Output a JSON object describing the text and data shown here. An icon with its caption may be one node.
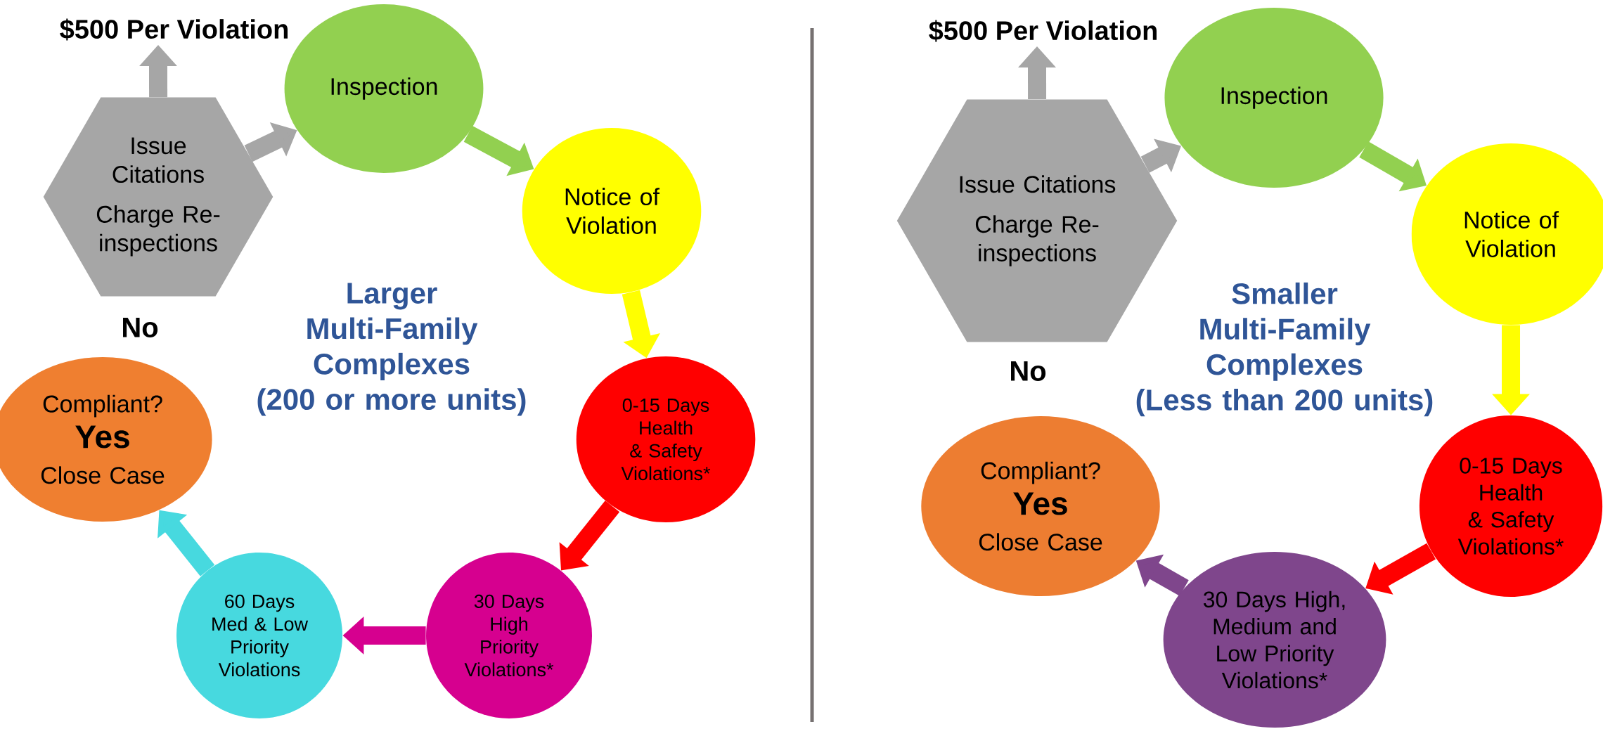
{
  "diagram": {
    "nodes": [
      {
        "text": [
          "$500 Per Violation"
        ]
      },
      {
        "text": [
          "Issue Citations",
          "Charge Re-inspections"
        ]
      },
      {
        "text": [
          "Inspection"
        ]
      },
      {
        "text": [
          "Notice of Violation"
        ]
      },
      {
        "text": [
          "0-15 Days Health & Safety Violations*"
        ]
      },
      {
        "text": [
          "30 Days High Priority Violations*"
        ]
      },
      {
        "text": [
          "60 Days Med & Low Priority Violations"
        ]
      },
      {
        "text": [
          "Compliant?",
          "Yes",
          "Close Case"
        ]
      },
      {
        "text": [
          "$500 Per Violation"
        ]
      },
      {
        "text": [
          "Issue Citations",
          "Charge Re-inspections"
        ]
      },
      {
        "text": [
          "Inspection"
        ]
      },
      {
        "text": [
          "Notice of Violation"
        ]
      },
      {
        "text": [
          "0-15 Days Health & Safety Violations*"
        ]
      },
      {
        "text": [
          "30 Days High, Medium and Low Priority Violations*"
        ]
      },
      {
        "text": [
          "Compliant?",
          "Yes",
          "Close Case"
        ]
      }
    ],
    "edges": [
      {
        "from": 1,
        "to": 0,
        "arrow": "to",
        "color": "#a6a6a6"
      },
      {
        "from": 1,
        "to": 2,
        "arrow": "to",
        "color": "#a6a6a6"
      },
      {
        "from": 2,
        "to": 3,
        "arrow": "to",
        "color": "#92d050"
      },
      {
        "from": 3,
        "to": 4,
        "arrow": "to",
        "color": "#ffff00"
      },
      {
        "from": 4,
        "to": 5,
        "arrow": "to",
        "color": "#ff0000"
      },
      {
        "from": 5,
        "to": 6,
        "arrow": "to",
        "color": "#d6008f"
      },
      {
        "from": 6,
        "to": 7,
        "arrow": "to",
        "color": "#47d9df"
      },
      {
        "from": 9,
        "to": 8,
        "arrow": "to",
        "color": "#a6a6a6"
      },
      {
        "from": 9,
        "to": 10,
        "arrow": "to",
        "color": "#a6a6a6"
      },
      {
        "from": 10,
        "to": 11,
        "arrow": "to",
        "color": "#92d050"
      },
      {
        "from": 11,
        "to": 12,
        "arrow": "to",
        "color": "#ffff00"
      },
      {
        "from": 12,
        "to": 13,
        "arrow": "to",
        "color": "#ff0000"
      },
      {
        "from": 13,
        "to": 14,
        "arrow": "to",
        "color": "#7f468c"
      }
    ],
    "labels": [
      "No",
      "Larger Multi-Family Complexes (200 or more units)",
      "No",
      "Smaller Multi-Family Complexes (Less than 200 units)"
    ]
  }
}
